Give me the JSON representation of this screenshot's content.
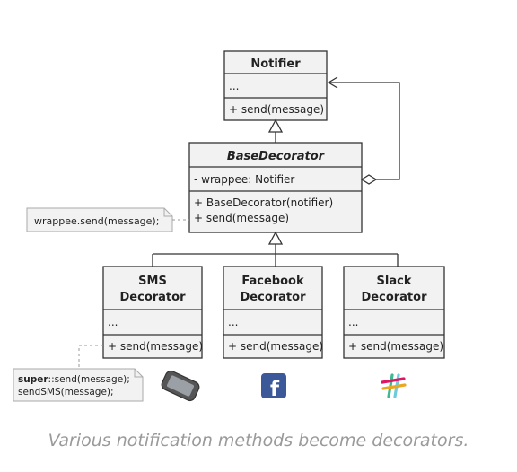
{
  "notifier": {
    "title": "Notifier",
    "fields": "...",
    "method": "+ send(message)"
  },
  "base_decorator": {
    "title": "BaseDecorator",
    "field": "- wrappee: Notifier",
    "method1": "+ BaseDecorator(notifier)",
    "method2": "+ send(message)"
  },
  "note_wrappee": "wrappee.send(message);",
  "sms": {
    "title1": "SMS",
    "title2": "Decorator",
    "fields": "...",
    "method": "+ send(message)"
  },
  "facebook": {
    "title1": "Facebook",
    "title2": "Decorator",
    "fields": "...",
    "method": "+ send(message)"
  },
  "slack": {
    "title1": "Slack",
    "title2": "Decorator",
    "fields": "...",
    "method": "+ send(message)"
  },
  "note_super": {
    "keyword": "super",
    "line1_rest": "::send(message);",
    "line2": "sendSMS(message);"
  },
  "icons": [
    "phone-icon",
    "facebook-icon",
    "slack-icon"
  ],
  "colors": {
    "facebook": "#3b5998",
    "slack_green": "#3eb991",
    "slack_blue": "#6ecadc",
    "slack_yellow": "#e9a820",
    "slack_red": "#e01563"
  },
  "caption": "Various notification methods become decorators."
}
